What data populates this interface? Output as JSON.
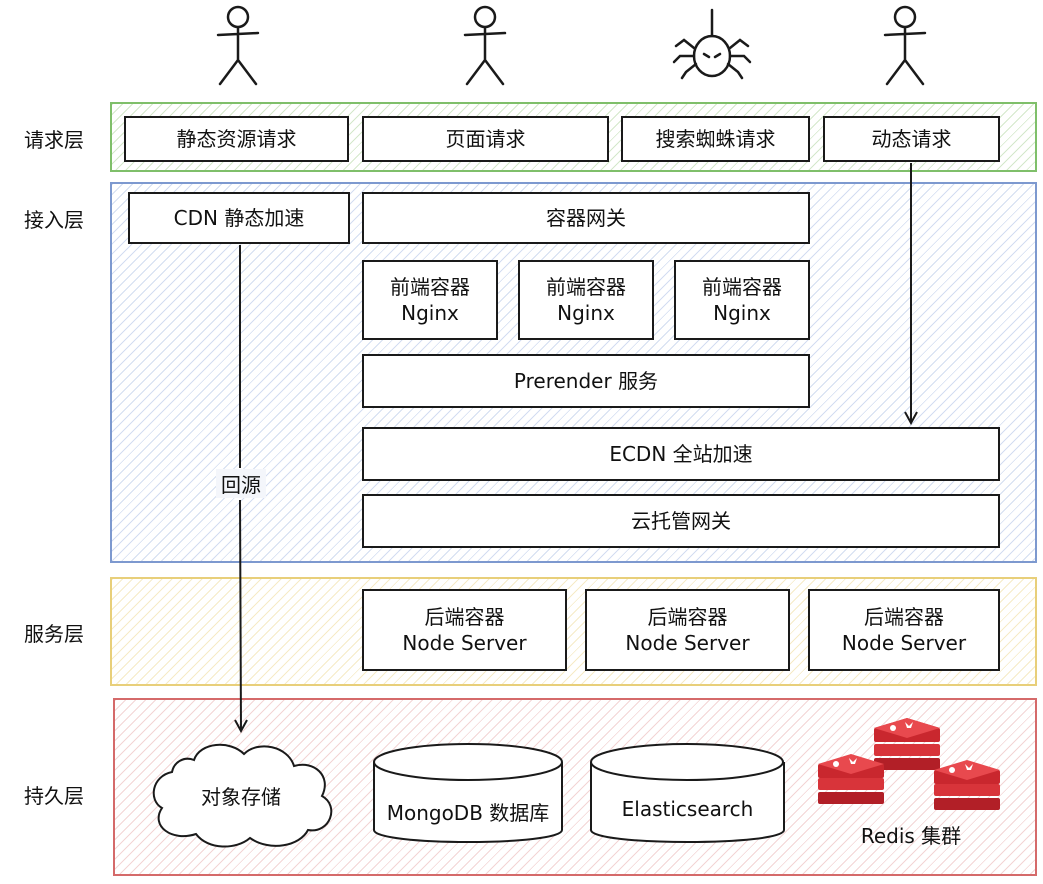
{
  "layers": {
    "request": "请求层",
    "access": "接入层",
    "service": "服务层",
    "persist": "持久层"
  },
  "request": {
    "static": "静态资源请求",
    "page": "页面请求",
    "spider": "搜索蜘蛛请求",
    "dynamic": "动态请求"
  },
  "access": {
    "cdn": "CDN 静态加速",
    "gateway": "容器网关",
    "frontend": [
      {
        "line1": "前端容器",
        "line2": "Nginx"
      },
      {
        "line1": "前端容器",
        "line2": "Nginx"
      },
      {
        "line1": "前端容器",
        "line2": "Nginx"
      }
    ],
    "prerender": "Prerender 服务",
    "ecdn": "ECDN 全站加速",
    "cloud_gateway": "云托管网关",
    "origin_label": "回源"
  },
  "service": {
    "backend": [
      {
        "line1": "后端容器",
        "line2": "Node Server"
      },
      {
        "line1": "后端容器",
        "line2": "Node Server"
      },
      {
        "line1": "后端容器",
        "line2": "Node Server"
      }
    ]
  },
  "persist": {
    "object_storage": "对象存储",
    "mongodb": "MongoDB 数据库",
    "elasticsearch": "Elasticsearch",
    "redis": "Redis 集群"
  },
  "colors": {
    "request_border": "#7fbf6a",
    "access_border": "#7d99cf",
    "service_border": "#e8cf7a",
    "persist_border": "#d56a6a",
    "redis_red": "#d8343a"
  }
}
